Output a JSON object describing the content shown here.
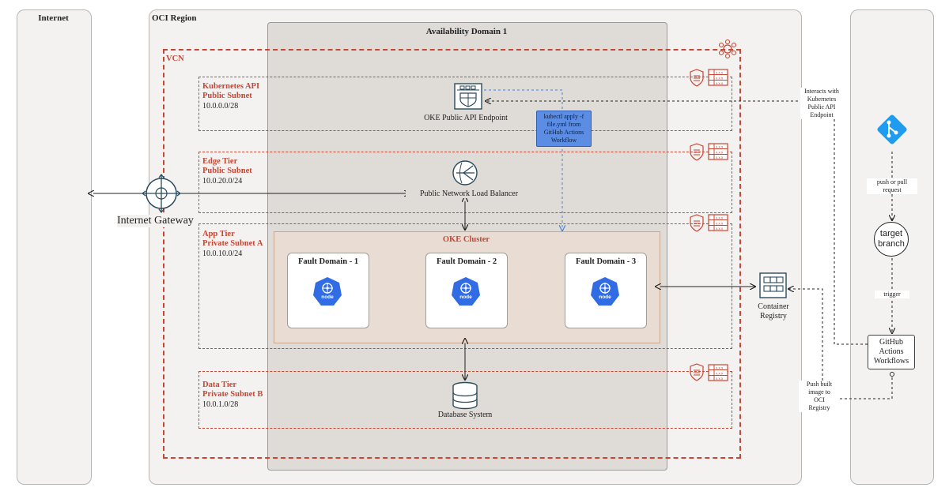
{
  "regions": {
    "internet": "Internet",
    "oci_region": "OCI Region",
    "availability_domain": "Availability Domain 1",
    "vcn": "VCN"
  },
  "subnets": [
    {
      "name": "Kubernetes API\nPublic Subnet",
      "cidr": "10.0.0.0/28"
    },
    {
      "name": "Edge Tier\nPublic Subnet",
      "cidr": "10.0.20.0/24"
    },
    {
      "name": "App Tier\nPrivate Subnet A",
      "cidr": "10.0.10.0/24"
    },
    {
      "name": "Data Tier\nPrivate Subnet B",
      "cidr": "10.0.1.0/28"
    }
  ],
  "components": {
    "api_endpoint": "OKE Public API Endpoint",
    "load_balancer": "Public Network Load Balancer",
    "internet_gateway": "Internet Gateway",
    "oke_cluster": "OKE Cluster",
    "fault_domains": [
      "Fault Domain - 1",
      "Fault Domain - 2",
      "Fault Domain - 3"
    ],
    "node_label": "node",
    "database": "Database System",
    "container_registry": "Container\nRegistry"
  },
  "annotations": {
    "kubectl": "kubectl apply -f\nfile.yml from\nGitHub Actions\nWorkflow",
    "interacts": "Interacts with\nKubernetes\nPublic API\nEndpoint",
    "push_image": "Push built\nimage to\nOCI\nRegistry"
  },
  "pipeline": {
    "push_pull": "push or pull\nrequest",
    "target_branch": "target\nbranch",
    "trigger": "trigger",
    "workflows": "GitHub\nActions\nWorkflows"
  },
  "colors": {
    "oracle_red": "#c74634",
    "kubernetes_blue": "#326ce5",
    "git_blue": "#1f9bf0",
    "kubectl_blue": "#5b8de4"
  },
  "icons": [
    "security-list-icon",
    "route-table-icon",
    "vcn-icon",
    "api-endpoint-icon",
    "load-balancer-icon",
    "internet-gateway-icon",
    "kubernetes-node-icon",
    "database-icon",
    "container-registry-icon",
    "git-icon"
  ]
}
